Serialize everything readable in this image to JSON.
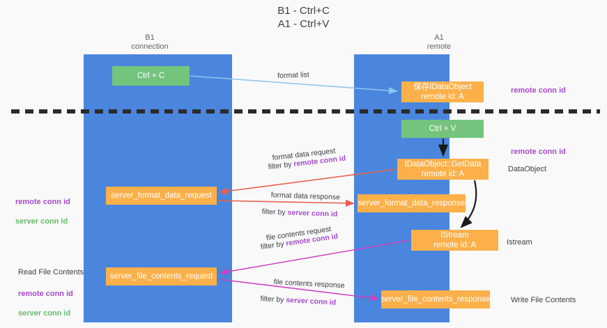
{
  "title": "B1 - Ctrl+C\nA1 - Ctrl+V",
  "columns": {
    "left": "B1\nconnection",
    "right": "A1\nremote"
  },
  "nodes": {
    "ctrl_c": "Ctrl + C",
    "idataobject": "保存IDataObject\nremote id: A",
    "ctrl_v": "Ctrl + V",
    "getdata": "IDataObject::GetData\nremote id: A",
    "server_format_data_request": "server_format_data_request",
    "server_format_data_response": "server_format_data_response",
    "istream": "IStream\nremote id: A",
    "server_file_contents_request": "server_file_contents_request",
    "server_file_contents_response": "server_file_contents_response"
  },
  "side_labels": {
    "remote_conn_id_top": "remote conn id",
    "remote_conn_id_mid": "remote conn id",
    "dataobject": "DataObject",
    "istream": "Istream",
    "write_file_contents": "Write File Contents",
    "read_file_contents": "Read File Contents",
    "left_remote_conn_id": "remote conn id",
    "left_server_conn_id": "server conn id",
    "left_remote_conn_id_2": "remote conn id",
    "left_server_conn_id_2": "server conn id"
  },
  "edges": {
    "format_list": "format list",
    "format_data_request": "format data request",
    "format_data_request_filter_prefix": "filter by ",
    "format_data_request_filter_key": "remote conn id",
    "format_data_response": "format data response",
    "format_data_response_filter_prefix": "filter by ",
    "format_data_response_filter_key": "server conn id",
    "file_contents_request": "file contents request",
    "file_contents_request_filter_prefix": "filter by ",
    "file_contents_request_filter_key": "remote conn id",
    "file_contents_response": "file contents response",
    "file_contents_response_filter_prefix": "filter by ",
    "file_contents_response_filter_key": "server conn id"
  },
  "colors": {
    "lane": "#4a86dd",
    "node_green": "#74c47d",
    "node_orange": "#fbb04a",
    "accent_purple": "#a64ac9",
    "accent_green": "#66bb6a",
    "arrow_lightblue": "#9dc9ee",
    "arrow_red": "#e8614d",
    "arrow_magenta": "#c council"
  }
}
